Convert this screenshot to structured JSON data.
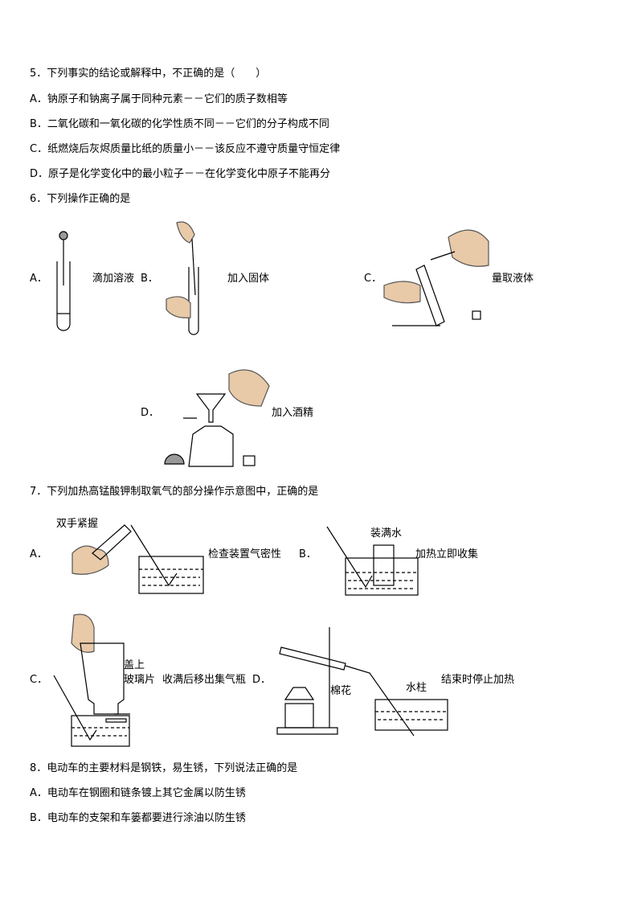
{
  "q5": {
    "stem": "5．下列事实的结论或解释中，不正确的是（　　）",
    "options": [
      "A．钠原子和钠离子属于同种元素－－它们的质子数相等",
      "B．二氧化碳和一氧化碳的化学性质不同－－它们的分子构成不同",
      "C．纸燃烧后灰烬质量比纸的质量小－－该反应不遵守质量守恒定律",
      "D．原子是化学变化中的最小粒子－－在化学变化中原子不能再分"
    ]
  },
  "q6": {
    "stem": "6．下列操作正确的是",
    "options": [
      {
        "letter": "A．",
        "caption": "滴加溶液"
      },
      {
        "letter": "B．",
        "caption": "加入固体"
      },
      {
        "letter": "C．",
        "caption": "量取液体"
      },
      {
        "letter": "D．",
        "caption": "加入酒精"
      }
    ]
  },
  "q7": {
    "stem": "7．下列加热高锰酸钾制取氧气的部分操作示意图中，正确的是",
    "options": [
      {
        "letter": "A．",
        "caption": "检查装置气密性",
        "labels": [
          "双手紧握"
        ]
      },
      {
        "letter": "B．",
        "caption": "加热立即收集",
        "labels": [
          "装满水"
        ]
      },
      {
        "letter": "C．",
        "caption": "收满后移出集气瓶",
        "labels": [
          "盖上",
          "玻璃片"
        ]
      },
      {
        "letter": "D．",
        "caption": "结束时停止加热",
        "labels": [
          "棉花",
          "水柱"
        ]
      }
    ]
  },
  "q8": {
    "stem": "8．电动车的主要材料是钢铁，易生锈，下列说法正确的是",
    "options": [
      "A．电动车在钢圈和链条镀上其它金属以防生锈",
      "B．电动车的支架和车篓都要进行涂油以防生锈"
    ]
  }
}
